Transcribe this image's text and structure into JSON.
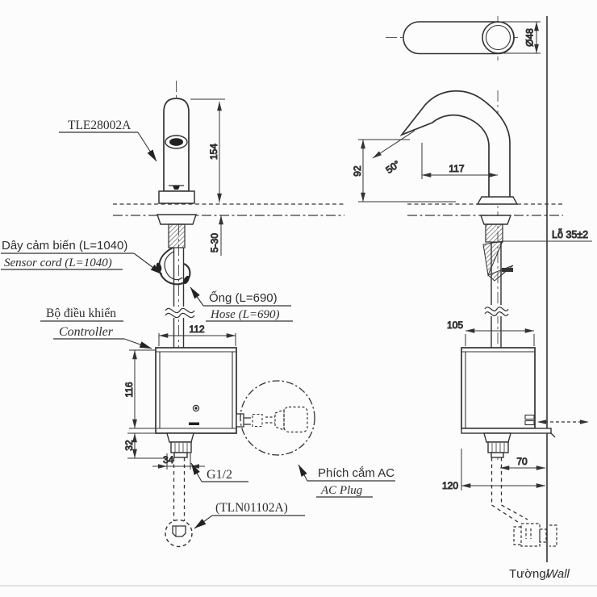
{
  "drawing": {
    "title_parts": {
      "faucet_model": "TLE28002A",
      "drain_model": "(TLN01102A)"
    },
    "callouts": {
      "sensor_cord_vi": "Dây cảm biến (L=1040)",
      "sensor_cord_en": "Sensor cord (L=1040)",
      "hose_vi": "Ống (L=690)",
      "hose_en": "Hose (L=690)",
      "controller_vi": "Bộ điều khiển",
      "controller_en": "Controller",
      "ac_plug_vi": "Phích cắm AC",
      "ac_plug_en": "AC Plug",
      "thread_size": "G1/2",
      "hole_note": "Lỗ 35±2",
      "wall_vi": "Tường/",
      "wall_en": "Wall"
    },
    "dimensions": {
      "spout_height": "154",
      "deck_thickness": "5-30",
      "controller_width_front": "112",
      "controller_height": "116",
      "shank_length": "32",
      "shank_width": "34",
      "spout_diameter": "Ø48",
      "spout_reach": "117",
      "tip_height": "92",
      "spout_angle": "50°",
      "controller_depth": "105",
      "outlet_offset": "70",
      "wall_distance": "120"
    }
  }
}
